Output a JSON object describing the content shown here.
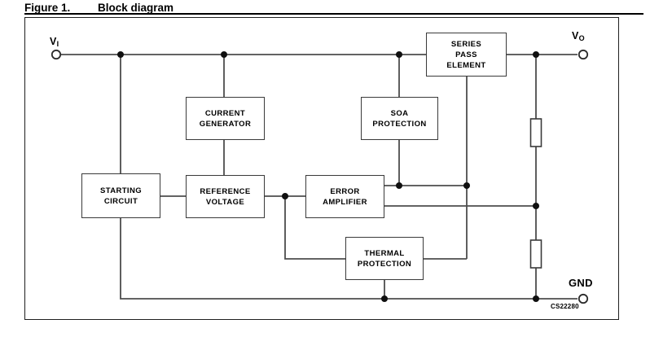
{
  "figure": {
    "label": "Figure 1.",
    "title": "Block diagram"
  },
  "terminals": {
    "input": {
      "base": "V",
      "sub": "I"
    },
    "output": {
      "base": "V",
      "sub": "O"
    },
    "ground": {
      "label": "GND"
    }
  },
  "blocks": {
    "series_pass": {
      "label": "SERIES\nPASS\nELEMENT"
    },
    "current_generator": {
      "label": "CURRENT\nGENERATOR"
    },
    "soa_protection": {
      "label": "SOA\nPROTECTION"
    },
    "starting_circuit": {
      "label": "STARTING\nCIRCUIT"
    },
    "reference_voltage": {
      "label": "REFERENCE\nVOLTAGE"
    },
    "error_amplifier": {
      "label": "ERROR\nAMPLIFIER"
    },
    "thermal_protection": {
      "label": "THERMAL\nPROTECTION"
    }
  },
  "annotation": {
    "code": "CS22280"
  },
  "colors": {
    "background": "#ffffff",
    "wire": "#4d4d4d",
    "box_border": "#3a3a3a",
    "text": "#000000"
  }
}
